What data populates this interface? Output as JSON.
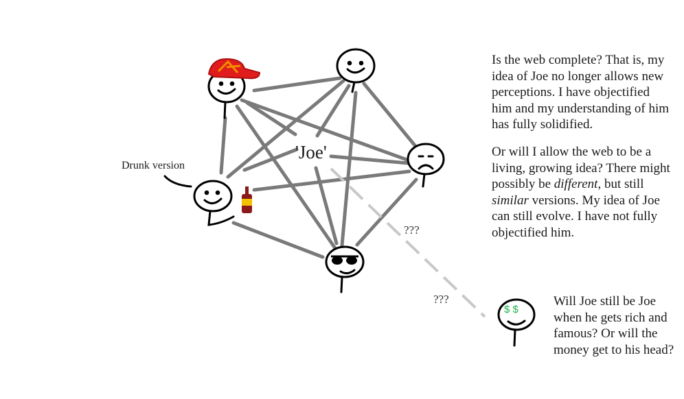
{
  "center_label": "'Joe'",
  "drunk_label": "Drunk version",
  "question_marks": [
    "???",
    "???"
  ],
  "paragraph_1": "Is the web complete? That is, my idea of Joe no longer allows new perceptions. I have objectified him and my understanding of him has fully solidified.",
  "paragraph_2": {
    "part_1": "Or will I allow the web to be a living, growing idea? There might possibly be ",
    "em_1": "different",
    "part_2": ", but still ",
    "em_2": "similar",
    "part_3": " versions. My idea of Joe can still evolve. I have not fully objectified him."
  },
  "rich_question": "Will Joe still be Joe when he gets rich and famous? Or will the money get to his head?",
  "dollar_eyes": "$ $",
  "colors": {
    "web_line": "#7a7a7a",
    "dashed_line": "#c8c8c8",
    "cap": "#e01c1c",
    "cap_stripe": "#f28c00",
    "bottle": "#8b1a1a",
    "bottle_label": "#f2c200",
    "dollar": "#22b14c",
    "ink": "#000000"
  },
  "icons": [
    "red-cap-icon",
    "sad-face-icon",
    "sunglasses-icon",
    "bottle-icon",
    "dollar-eyes-icon"
  ]
}
